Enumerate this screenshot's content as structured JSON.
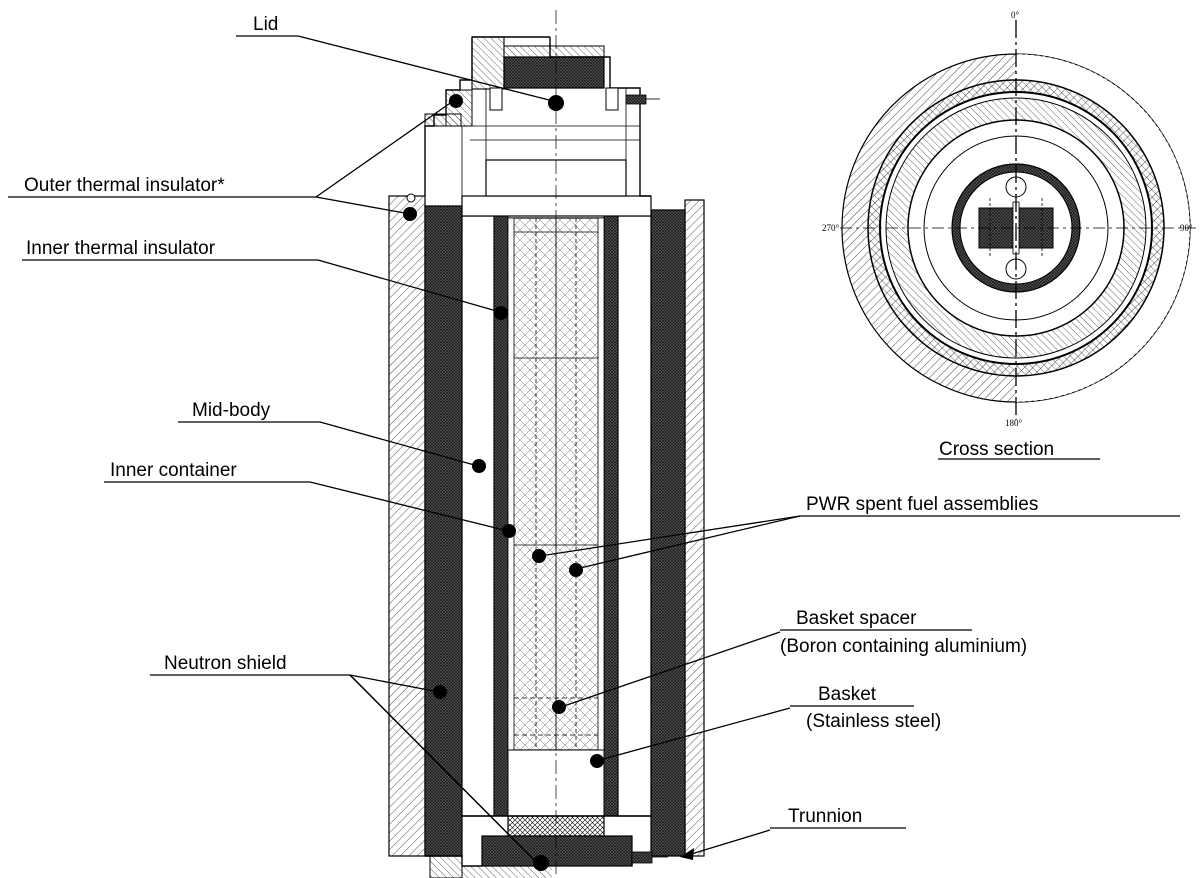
{
  "labels": {
    "lid": "Lid",
    "outer_insulator": "Outer thermal insulator*",
    "inner_insulator": "Inner thermal insulator",
    "mid_body": "Mid-body",
    "inner_container": "Inner container",
    "neutron_shield": "Neutron shield",
    "pwr_fuel": "PWR spent fuel assemblies",
    "basket_spacer": "Basket spacer",
    "basket_spacer_material": "(Boron containing aluminium)",
    "basket": "Basket",
    "basket_material": "(Stainless steel)",
    "trunnion": "Trunnion",
    "cross_section": "Cross section"
  },
  "angles": {
    "top": "0°",
    "right": "90°",
    "bottom": "180°",
    "left": "270°"
  },
  "colors": {
    "line": "#000000",
    "background": "#ffffff",
    "dark_fill": "#2a2a2a"
  }
}
